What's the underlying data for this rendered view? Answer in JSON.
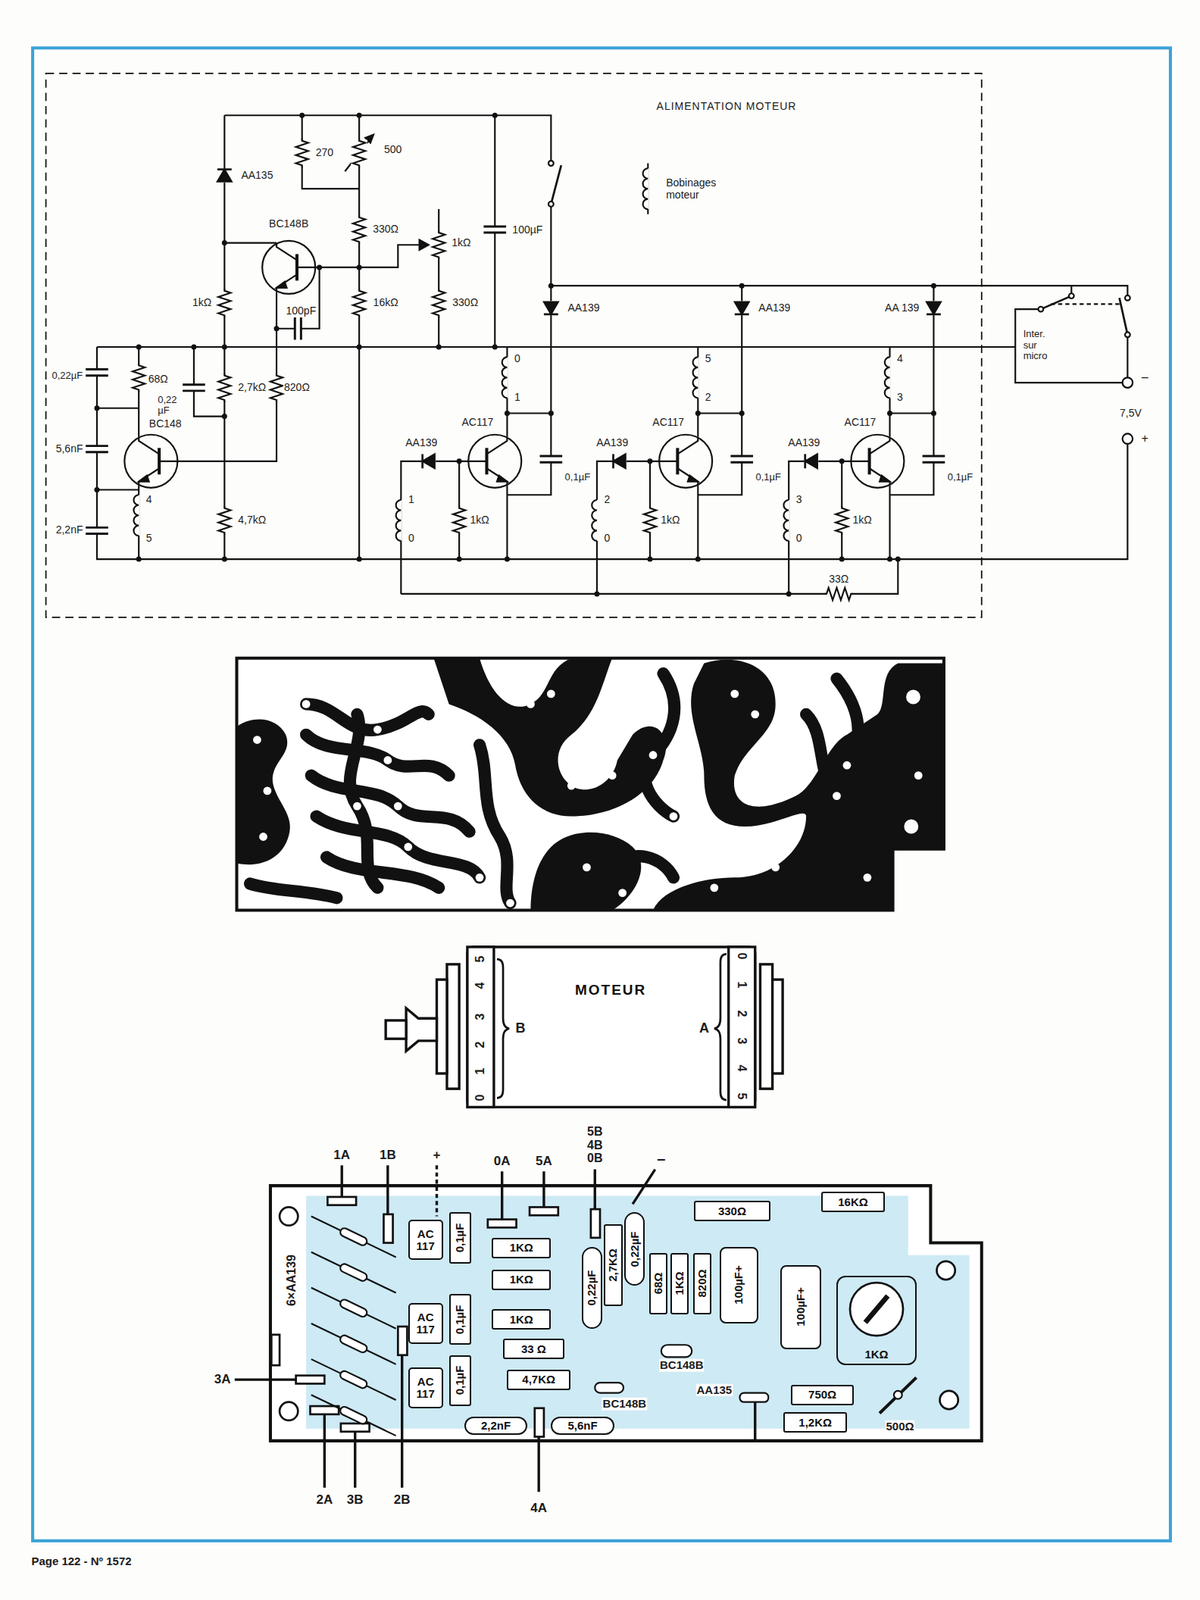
{
  "diagram": {
    "nodes": [
      {
        "text": [
          "MOTEUR"
        ]
      },
      {
        "text": [
          "AC 117"
        ]
      },
      {
        "text": [
          "0,1µF"
        ]
      },
      {
        "text": [
          "1KΩ"
        ]
      },
      {
        "text": [
          "1KΩ"
        ]
      },
      {
        "text": [
          "AC 117"
        ]
      },
      {
        "text": [
          "0,1µF"
        ]
      },
      {
        "text": [
          "1KΩ"
        ]
      },
      {
        "text": [
          "33 Ω"
        ]
      },
      {
        "text": [
          "AC 117"
        ]
      },
      {
        "text": [
          "0,1µF"
        ]
      },
      {
        "text": [
          "4,7KΩ"
        ]
      },
      {
        "text": [
          "2,2nF"
        ]
      },
      {
        "text": [
          "5,6nF"
        ]
      },
      {
        "text": [
          "0,22µF"
        ]
      },
      {
        "text": [
          "2,7KΩ"
        ]
      },
      {
        "text": [
          "0,22µF"
        ]
      },
      {
        "text": [
          "330Ω"
        ]
      },
      {
        "text": [
          "68Ω"
        ]
      },
      {
        "text": [
          "1KΩ"
        ]
      },
      {
        "text": [
          "820Ω"
        ]
      },
      {
        "text": [
          "100µF+"
        ]
      },
      {
        "text": [
          "100µF+"
        ]
      },
      {
        "text": [
          "16KΩ"
        ]
      },
      {
        "text": [
          "1KΩ"
        ]
      },
      {
        "text": [
          "750Ω"
        ]
      },
      {
        "text": [
          "1,2KΩ"
        ]
      }
    ],
    "labels": [
      "ALIMENTATION MOTEUR",
      "Bobinages moteur",
      "AA135",
      "270",
      "500",
      "BC148B",
      "330Ω",
      "1kΩ",
      "100µF",
      "1kΩ",
      "100pF",
      "16kΩ",
      "330Ω",
      "AA139",
      "AA139",
      "AA 139",
      "0,22µF",
      "68Ω",
      "0,22 µF",
      "2,7kΩ",
      "820Ω",
      "5,6nF",
      "BC148",
      "4",
      "5",
      "2,2nF",
      "4,7kΩ",
      "0",
      "1",
      "AA139",
      "AC117",
      "0,1µF",
      "1",
      "0",
      "1kΩ",
      "5",
      "2",
      "AA139",
      "AC117",
      "0,1µF",
      "2",
      "0",
      "1kΩ",
      "4",
      "3",
      "AA139",
      "AC117",
      "0,1µF",
      "3",
      "0",
      "1kΩ",
      "33Ω",
      "Inter. sur micro",
      "–",
      "7,5V",
      "+",
      "5",
      "4",
      "3",
      "2",
      "1",
      "0",
      "B",
      "A",
      "0",
      "1",
      "2",
      "3",
      "4",
      "5",
      "1A",
      "1B",
      "+",
      "0A",
      "5A",
      "5B 4B 0B",
      "–",
      "6×AA139",
      "BC148B",
      "AA135",
      "BC148B",
      "500Ω",
      "3A",
      "2A",
      "3B",
      "2B",
      "4A",
      "Page 122 - Nº 1572"
    ]
  }
}
